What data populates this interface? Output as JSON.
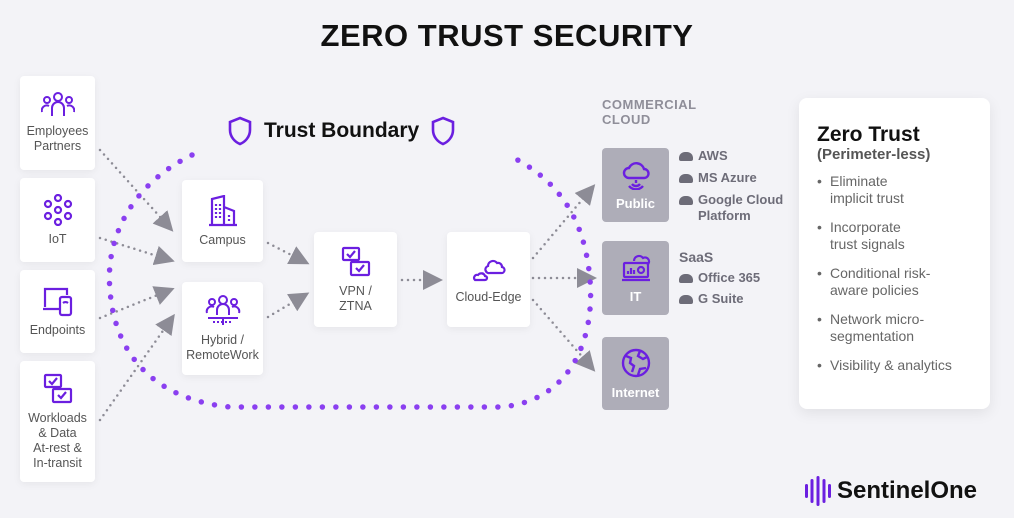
{
  "title": "ZERO TRUST SECURITY",
  "trust_boundary": "Trust Boundary",
  "sources": [
    {
      "label": "Employees\nPartners",
      "icon": "people-icon"
    },
    {
      "label": "IoT",
      "icon": "iot-nodes-icon"
    },
    {
      "label": "Endpoints",
      "icon": "devices-icon"
    },
    {
      "label": "Workloads\n& Data\nAt-rest &\nIn-transit",
      "icon": "workloads-icon"
    }
  ],
  "sites": [
    {
      "label": "Campus",
      "icon": "building-icon"
    },
    {
      "label": "Hybrid /\nRemoteWork",
      "icon": "remote-team-icon"
    }
  ],
  "vpn": {
    "label": "VPN /\nZTNA",
    "icon": "vpn-icon"
  },
  "edge": {
    "label": "Cloud-Edge",
    "icon": "cloud-edge-icon"
  },
  "commercial_cloud": "COMMERCIAL\nCLOUD",
  "destinations": [
    {
      "label": "Public",
      "icon": "cloud-icon",
      "heading": "",
      "services": [
        "AWS",
        "MS Azure",
        "Google Cloud\nPlatform"
      ]
    },
    {
      "label": "IT",
      "icon": "it-icon",
      "heading": "SaaS",
      "services": [
        "Office 365",
        "G Suite"
      ]
    },
    {
      "label": "Internet",
      "icon": "globe-icon",
      "heading": "",
      "services": []
    }
  ],
  "zero_trust": {
    "title": "Zero Trust",
    "subtitle": "(Perimeter-less)",
    "points": [
      "Eliminate\nimplicit trust",
      "Incorporate\ntrust signals",
      "Conditional risk-\naware policies",
      "Network micro-\nsegmentation",
      "Visibility & analytics"
    ]
  },
  "brand": "SentinelOne",
  "colors": {
    "accent": "#6b1fe0",
    "boundary": "#8a3ff0",
    "arrow": "#8d8c96",
    "grey_box": "#aeadb8"
  }
}
